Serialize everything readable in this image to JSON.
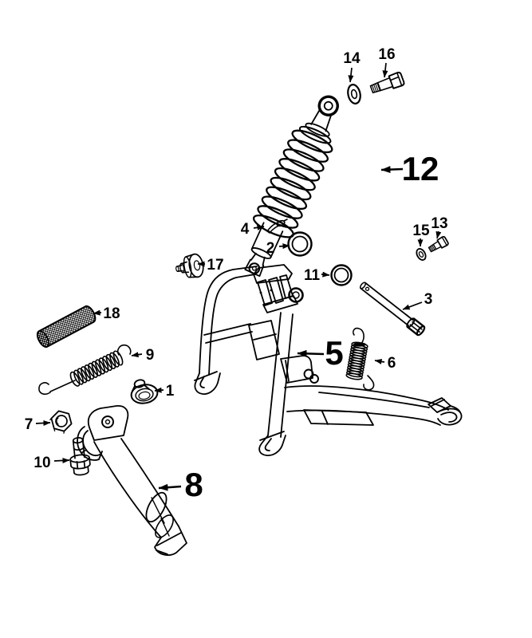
{
  "diagram": {
    "background": "#ffffff",
    "ink": "#000000",
    "callouts": {
      "c1": {
        "label": "1"
      },
      "c2": {
        "label": "2"
      },
      "c3": {
        "label": "3"
      },
      "c4": {
        "label": "4"
      },
      "c5": {
        "label": "5"
      },
      "c6": {
        "label": "6"
      },
      "c7": {
        "label": "7"
      },
      "c8": {
        "label": "8"
      },
      "c9": {
        "label": "9"
      },
      "c10": {
        "label": "10"
      },
      "c11": {
        "label": "11"
      },
      "c12": {
        "label": "12"
      },
      "c13": {
        "label": "13"
      },
      "c14": {
        "label": "14"
      },
      "c15": {
        "label": "15"
      },
      "c16": {
        "label": "16"
      },
      "c17": {
        "label": "17"
      },
      "c18": {
        "label": "18"
      }
    }
  }
}
